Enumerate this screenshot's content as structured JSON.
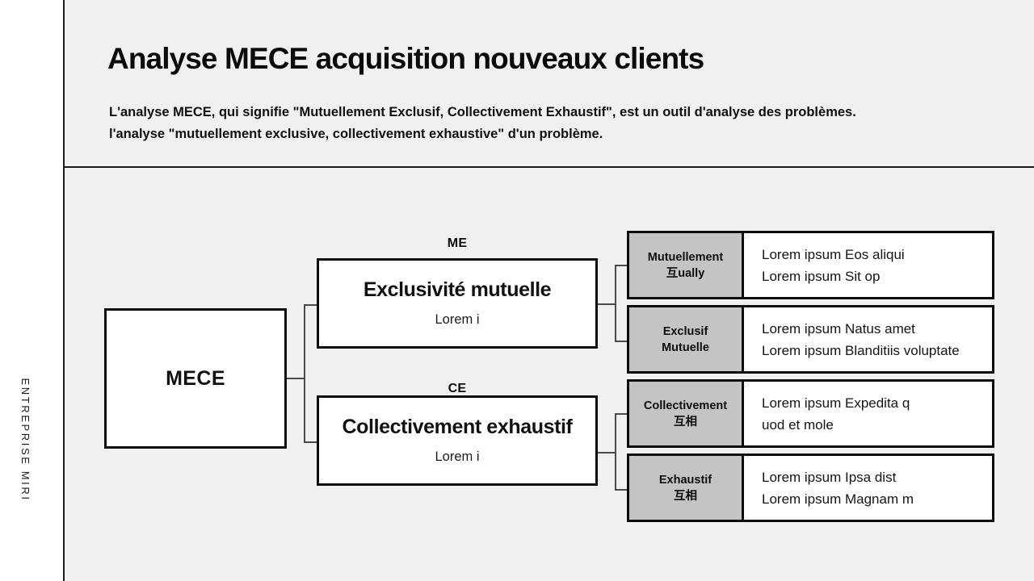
{
  "side_rail": {
    "label": "ENTREPRISE MIRI"
  },
  "header": {
    "title": "Analyse MECE acquisition nouveaux clients",
    "subtitle_line1": "L'analyse MECE, qui signifie \"Mutuellement Exclusif, Collectivement Exhaustif\", est un outil d'analyse des problèmes.",
    "subtitle_line2": "l'analyse \"mutuellement exclusive, collectivement exhaustive\" d'un problème."
  },
  "diagram": {
    "type": "tree",
    "root": {
      "title": "MECE"
    },
    "branches": [
      {
        "tag": "ME",
        "title": "Exclusivité mutuelle",
        "subtitle": "Lorem i"
      },
      {
        "tag": "CE",
        "title": "Collectivement exhaustif",
        "subtitle": "Lorem i"
      }
    ],
    "leaves": [
      {
        "label_line1": "Mutuellement",
        "label_line2": "互ually",
        "detail_line1": "Lorem ipsum Eos aliqui",
        "detail_line2": "Lorem ipsum Sit op"
      },
      {
        "label_line1": "Exclusif",
        "label_line2": "Mutuelle",
        "detail_line1": "Lorem ipsum Natus amet",
        "detail_line2": "Lorem ipsum Blanditiis voluptate"
      },
      {
        "label_line1": "Collectivement",
        "label_line2": "互相",
        "detail_line1": "Lorem ipsum Expedita q",
        "detail_line2": "uod et mole"
      },
      {
        "label_line1": "Exhaustif",
        "label_line2": "互相",
        "detail_line1": "Lorem ipsum Ipsa dist",
        "detail_line2": "Lorem ipsum Magnam m"
      }
    ]
  },
  "colors": {
    "page_background": "#f0f0f0",
    "rail_background": "#ffffff",
    "node_fill": "#ffffff",
    "leaf_label_fill": "#c4c4c4",
    "border": "#0d0d0d",
    "connector": "#4a4a4a",
    "text": "#111111"
  }
}
